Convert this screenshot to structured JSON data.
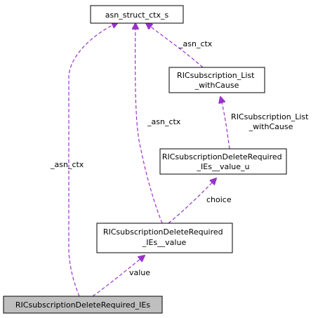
{
  "colors": {
    "edge": "#9a32cd",
    "node_border": "#000000",
    "node_fill": "#ffffff",
    "focus_node_fill": "#bfbfbf"
  },
  "nodes": {
    "asn_struct_ctx_s": [
      "asn_struct_ctx_s"
    ],
    "list_with_cause": [
      "RICsubscription_List",
      "_withCause"
    ],
    "ies_value_u": [
      "RICsubscriptionDeleteRequired",
      "_IEs__value_u"
    ],
    "ies_value": [
      "RICsubscriptionDeleteRequired",
      "_IEs__value"
    ],
    "ies": [
      "RICsubscriptionDeleteRequired_IEs"
    ]
  },
  "edges": {
    "ies_to_ctx": [
      "_asn_ctx"
    ],
    "value_to_ctx": [
      "_asn_ctx"
    ],
    "list_to_ctx": [
      "_asn_ctx"
    ],
    "u_to_list": [
      "RICsubscription_List",
      "_withCause"
    ],
    "value_to_u": [
      "choice"
    ],
    "ies_to_value": [
      "value"
    ]
  }
}
